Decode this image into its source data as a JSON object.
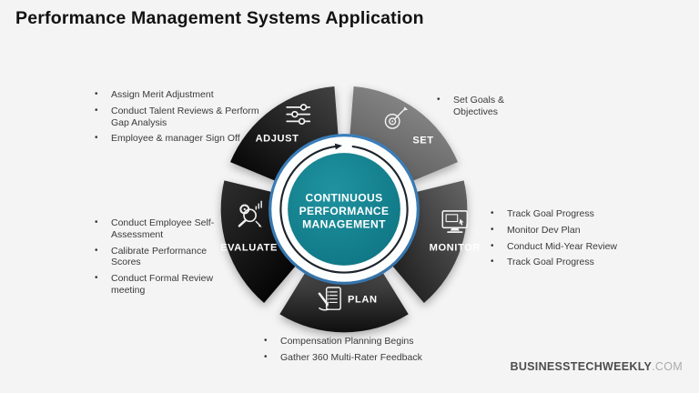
{
  "title": "Performance Management Systems Application",
  "cycle": {
    "center_lines": [
      "CONTINUOUS",
      "PERFORMANCE",
      "MANAGEMENT"
    ],
    "segments": [
      {
        "id": "set",
        "label": "SET",
        "icon": "target-goals-icon",
        "bullets": [
          "Set Goals & Objectives"
        ]
      },
      {
        "id": "monitor",
        "label": "MONITOR",
        "icon": "computer-monitor-icon",
        "bullets": [
          "Track Goal Progress",
          "Monitor Dev Plan",
          "Conduct Mid-Year Review",
          "Track Goal Progress"
        ]
      },
      {
        "id": "plan",
        "label": "PLAN",
        "icon": "checklist-pencil-icon",
        "bullets": [
          "Compensation Planning Begins",
          "Gather 360 Multi-Rater Feedback"
        ]
      },
      {
        "id": "evaluate",
        "label": "EVALUATE",
        "icon": "magnifier-gear-icon",
        "bullets": [
          "Conduct Employee Self-Assessment",
          "Calibrate Performance Scores",
          "Conduct Formal Review meeting"
        ]
      },
      {
        "id": "adjust",
        "label": "ADJUST",
        "icon": "sliders-icon",
        "bullets": [
          "Assign Merit Adjustment",
          "Conduct Talent Reviews & Perform Gap Analysis",
          "Employee & manager Sign Off"
        ]
      }
    ]
  },
  "colors": {
    "background": "#f4f4f5",
    "center_teal": "#0e7482",
    "accent_blue": "#3d84c4",
    "segment_set": "#7c7c7c",
    "segment_monitor": "#3f3f3f",
    "segment_plan": "#2c2c2c",
    "segment_evaluate": "#141414",
    "segment_adjust": "#1d1d1d",
    "text_dark": "#3a3a3a"
  },
  "footer": {
    "brand": "BUSINESSTECHWEEKLY",
    "suffix": ".COM"
  }
}
